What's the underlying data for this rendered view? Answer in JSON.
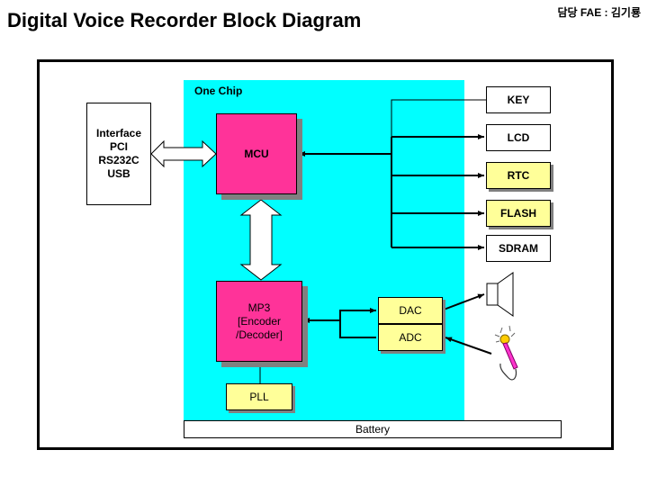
{
  "header": {
    "title": "Digital Voice Recorder Block Diagram",
    "author": "담당 FAE : 김기룡"
  },
  "diagram": {
    "chip_label": "One Chip",
    "interface_lines": [
      "Interface",
      "PCI",
      "RS232C",
      "USB"
    ],
    "mcu": "MCU",
    "mp3_lines": [
      "MP3",
      "[Encoder",
      "/Decoder]"
    ],
    "peripherals": {
      "key": "KEY",
      "lcd": "LCD",
      "rtc": "RTC",
      "flash": "FLASH",
      "sdram": "SDRAM"
    },
    "dac": "DAC",
    "adc": "ADC",
    "pll": "PLL",
    "battery": "Battery",
    "icons": {
      "speaker": "speaker-icon",
      "microphone": "microphone-icon"
    },
    "colors": {
      "chip_background": "#00ffff",
      "processor_fill": "#ff3399",
      "highlight_fill": "#ffff99"
    }
  }
}
